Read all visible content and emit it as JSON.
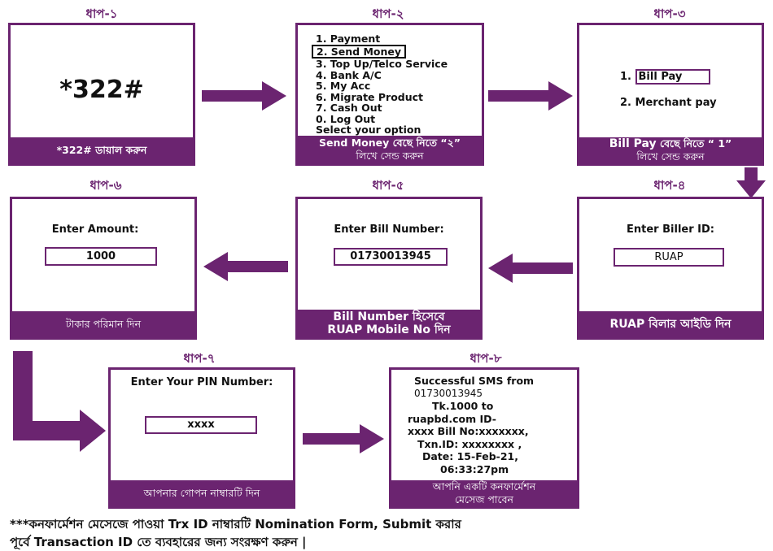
{
  "steps": {
    "s1": {
      "label": "ধাপ-১",
      "number": "*322#",
      "footer": "*322# ডায়াল করুন"
    },
    "s2": {
      "label": "ধাপ-২",
      "menu": [
        "1. Payment",
        "2. Send Money",
        "3. Top Up/Telco Service",
        "4. Bank A/C",
        "5. My Acc",
        "6. Migrate Product",
        "7. Cash Out",
        "0. Log Out",
        "Select your option"
      ],
      "footer_line1": "Send Money বেছে নিতে “২”",
      "footer_line2": "লিখে সেন্ড করুন"
    },
    "s3": {
      "label": "ধাপ-৩",
      "option1": "Bill Pay",
      "option1_num": "1.",
      "option2": "2. Merchant pay",
      "footer_bold": "Bill Pay",
      "footer_line1": " বেছে নিতে “ 1”",
      "footer_line2": "লিখে সেন্ড করুন"
    },
    "s4": {
      "label": "ধাপ-৪",
      "prompt": "Enter Biller ID:",
      "value": "RUAP",
      "footer": "RUAP বিলার আইডি দিন"
    },
    "s5": {
      "label": "ধাপ-৫",
      "prompt": "Enter Bill Number:",
      "value": "01730013945",
      "footer_line1": "Bill Number  হিসেবে",
      "footer_line2": "RUAP Mobile No দিন"
    },
    "s6": {
      "label": "ধাপ-৬",
      "prompt": "Enter Amount:",
      "value": "1000",
      "footer": "টাকার পরিমান দিন"
    },
    "s7": {
      "label": "ধাপ-৭",
      "prompt": "Enter Your PIN Number:",
      "value": "xxxx",
      "footer": "আপনার গোপন নাম্বারটি দিন"
    },
    "s8": {
      "label": "ধাপ-৮",
      "sms": [
        "Successful SMS from",
        "01730013945",
        "Tk.1000  to",
        "ruapbd.com ID-",
        "xxxx Bill No:xxxxxxx,",
        "Txn.ID: xxxxxxxx ,",
        "Date: 15-Feb-21,",
        "06:33:27pm"
      ],
      "footer_line1": "আপনি একটি কনফার্মেশন",
      "footer_line2": "মেসেজ পাবেন"
    }
  },
  "note": {
    "line1": "***কনফার্মেশন মেসেজে পাওয়া Trx ID নাম্বারটি Nomination Form, Submit করার",
    "line2": "পূর্বে Transaction ID তে ব্যবহারের জন্য সংরক্ষণ করুন |"
  },
  "colors": {
    "accent": "#6b2470"
  }
}
